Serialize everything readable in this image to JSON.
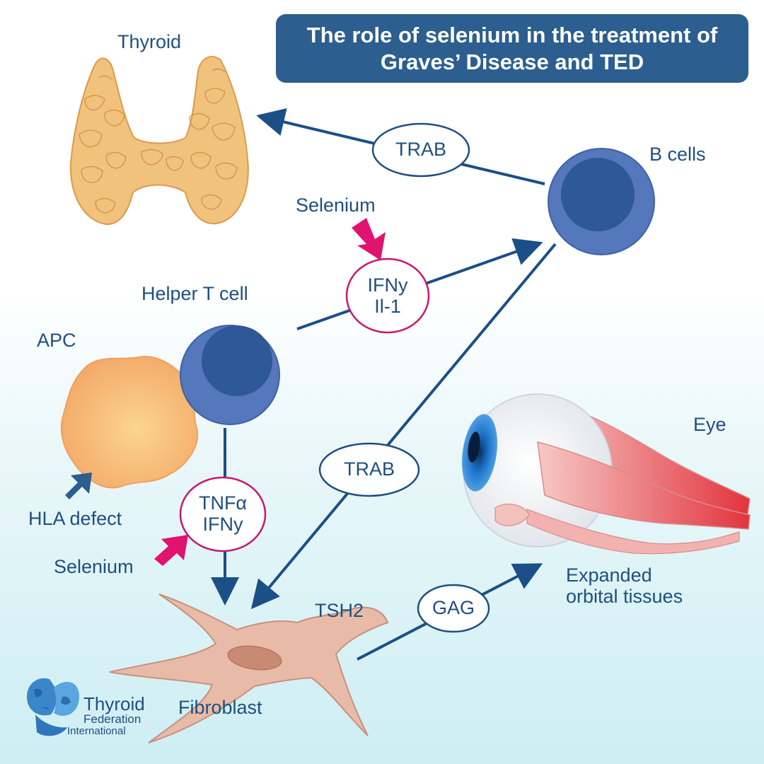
{
  "title": "The role of selenium in the treatment of\nGraves’ Disease and TED",
  "labels": {
    "thyroid": "Thyroid",
    "b_cells": "B cells",
    "selenium_top": "Selenium",
    "helper_t_cell": "Helper T cell",
    "apc": "APC",
    "hla_defect": "HLA defect",
    "selenium_bottom": "Selenium",
    "eye": "Eye",
    "expanded_orbital_tissues": "Expanded\norbital tissues",
    "tsh2": "TSH2",
    "fibroblast": "Fibroblast"
  },
  "pills": {
    "trab_top": "TRAB",
    "ifny_il1": "IFNy\nIl-1",
    "trab_mid": "TRAB",
    "tnfa_ifny": "TNFα\nIFNy",
    "gag": "GAG"
  },
  "logo": {
    "line1": "Thyroid",
    "line2": "Federation",
    "line3": "International"
  },
  "colors": {
    "title_bg": "#2c5e8f",
    "text": "#1f4f7f",
    "arrow": "#1b4f87",
    "selenium_arrow": "#e0136f",
    "pill_border_blue": "#1f4f7f",
    "pill_border_pink": "#c8176f",
    "cell_outer": "#5577bb",
    "cell_inner": "#2f5898",
    "thyroid": "#f0c27c",
    "apc": "#f7c57e",
    "fibroblast": "#e6b7a5",
    "eye_muscle": "#ec6d6f",
    "iris": "#1b73c9"
  }
}
